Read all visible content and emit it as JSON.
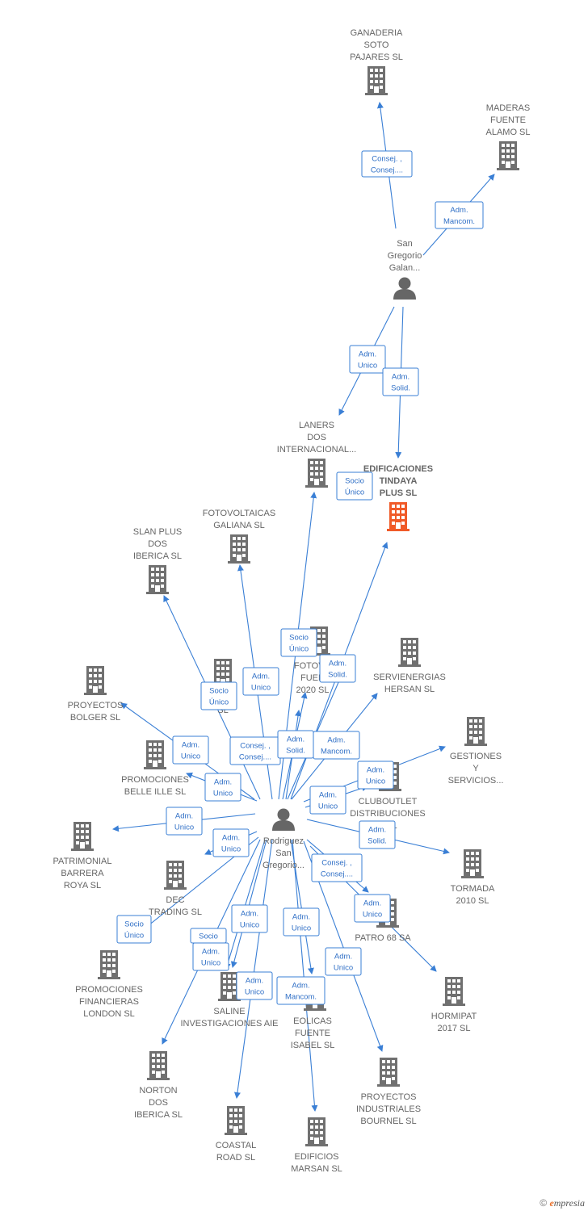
{
  "colors": {
    "edge": "#3a7fd5",
    "node": "#707070",
    "focus": "#f05a28",
    "label": "#666666"
  },
  "companies": [
    {
      "id": "ganaderia",
      "lines": [
        "GANADERIA",
        "SOTO",
        "PAJARES  SL"
      ]
    },
    {
      "id": "maderas",
      "lines": [
        "MADERAS",
        "FUENTE",
        "ALAMO SL"
      ]
    },
    {
      "id": "laners",
      "lines": [
        "LANERS",
        "DOS",
        "INTERNACIONAL..."
      ]
    },
    {
      "id": "edificaciones",
      "lines": [
        "EDIFICACIONES",
        "TINDAYA",
        "PLUS  SL"
      ],
      "focus": true
    },
    {
      "id": "fotovoltaicas",
      "lines": [
        "FOTOVOLTAICAS",
        "GALIANA SL"
      ]
    },
    {
      "id": "slanplus",
      "lines": [
        "SLAN PLUS",
        "DOS",
        "IBERICA  SL"
      ]
    },
    {
      "id": "fotovo2020",
      "lines": [
        "FOTOVO",
        "FUEN",
        "2020  SL"
      ]
    },
    {
      "id": "servienergias",
      "lines": [
        "SERVIENERGIAS",
        "HERSAN SL"
      ]
    },
    {
      "id": "se_sl",
      "lines": [
        "SE",
        "SL"
      ]
    },
    {
      "id": "proyectosbolger",
      "lines": [
        "PROYECTOS",
        "BOLGER  SL"
      ]
    },
    {
      "id": "gestiones",
      "lines": [
        "GESTIONES",
        "Y",
        "SERVICIOS..."
      ]
    },
    {
      "id": "promobelle",
      "lines": [
        "PROMOCIONES",
        "BELLE ILLE  SL"
      ]
    },
    {
      "id": "cluboutlet",
      "lines": [
        "CLUBOUTLET",
        "DISTRIBUCIONES",
        "A SL"
      ]
    },
    {
      "id": "patrimonial",
      "lines": [
        "PATRIMONIAL",
        "BARRERA",
        "ROYA  SL"
      ]
    },
    {
      "id": "tormada",
      "lines": [
        "TORMADA",
        "2010 SL"
      ]
    },
    {
      "id": "decatrading",
      "lines": [
        "DEC",
        "TRADING  SL"
      ]
    },
    {
      "id": "patro68",
      "lines": [
        "PATRO 68 SA"
      ]
    },
    {
      "id": "promofinancieras",
      "lines": [
        "PROMOCIONES",
        "FINANCIERAS",
        "LONDON  SL"
      ]
    },
    {
      "id": "hormipat",
      "lines": [
        "HORMIPAT",
        "2017  SL"
      ]
    },
    {
      "id": "saline",
      "lines": [
        "SALINE",
        "INVESTIGACIONES AIE"
      ]
    },
    {
      "id": "eolicas",
      "lines": [
        "EOLICAS",
        "FUENTE",
        "ISABEL  SL"
      ]
    },
    {
      "id": "norton",
      "lines": [
        "NORTON",
        "DOS",
        "IBERICA  SL"
      ]
    },
    {
      "id": "proyectosindustriales",
      "lines": [
        "PROYECTOS",
        "INDUSTRIALES",
        "BOURNEL  SL"
      ]
    },
    {
      "id": "coastal",
      "lines": [
        "COASTAL",
        "ROAD  SL"
      ]
    },
    {
      "id": "marsan",
      "lines": [
        "EDIFICIOS",
        "MARSAN SL"
      ]
    }
  ],
  "persons": [
    {
      "id": "sangregorio",
      "lines": [
        "San",
        "Gregorio",
        "Galan..."
      ]
    },
    {
      "id": "rodriguez",
      "lines": [
        "Rodriguez",
        "San",
        "Gregorio..."
      ]
    }
  ],
  "edges": [
    {
      "id": "e_sg_ganaderia",
      "lines": [
        "Consej. ,",
        "Consej...."
      ]
    },
    {
      "id": "e_sg_maderas",
      "lines": [
        "Adm.",
        "Mancom."
      ]
    },
    {
      "id": "e_sg_laners",
      "lines": [
        "Adm.",
        "Unico"
      ]
    },
    {
      "id": "e_sg_edif",
      "lines": [
        "Adm.",
        "Solid."
      ]
    },
    {
      "id": "e_r_edif_socio",
      "lines": [
        "Socio",
        "Único"
      ]
    },
    {
      "id": "e_r_laners",
      "lines": [
        "Socio",
        "Único"
      ]
    },
    {
      "id": "e_r_edif_solid",
      "lines": [
        "Adm.",
        "Solid."
      ]
    },
    {
      "id": "e_r_fotovoltaicas",
      "lines": [
        "Adm.",
        "Unico"
      ]
    },
    {
      "id": "e_r_slan",
      "lines": [
        "Socio",
        "Único"
      ]
    },
    {
      "id": "e_r_fotovo_consej",
      "lines": [
        "Consej. ,",
        "Consej...."
      ]
    },
    {
      "id": "e_r_fotovo_solid",
      "lines": [
        "Adm.",
        "Solid."
      ]
    },
    {
      "id": "e_r_servi",
      "lines": [
        "Adm.",
        "Mancom."
      ]
    },
    {
      "id": "e_r_bolger",
      "lines": [
        "Adm.",
        "Unico"
      ]
    },
    {
      "id": "e_r_belle",
      "lines": [
        "Adm.",
        "Unico"
      ]
    },
    {
      "id": "e_r_gestiones",
      "lines": [
        "Adm.",
        "Unico"
      ]
    },
    {
      "id": "e_r_club",
      "lines": [
        "Adm.",
        "Unico"
      ]
    },
    {
      "id": "e_r_patrimonial",
      "lines": [
        "Adm.",
        "Unico"
      ]
    },
    {
      "id": "e_r_tormada",
      "lines": [
        "Adm.",
        "Solid."
      ]
    },
    {
      "id": "e_r_deca",
      "lines": [
        "Adm.",
        "Unico"
      ]
    },
    {
      "id": "e_r_patro",
      "lines": [
        "Consej. ,",
        "Consej...."
      ]
    },
    {
      "id": "e_r_financieras",
      "lines": [
        "Socio",
        "Único"
      ]
    },
    {
      "id": "e_r_hormipat",
      "lines": [
        "Adm.",
        "Unico"
      ]
    },
    {
      "id": "e_r_saline",
      "lines": [
        "Adm.",
        "Unico"
      ]
    },
    {
      "id": "e_r_saline_socio",
      "lines": [
        "Socio"
      ]
    },
    {
      "id": "e_r_eolicas",
      "lines": [
        "Adm.",
        "Unico"
      ]
    },
    {
      "id": "e_r_norton",
      "lines": [
        "Adm.",
        "Unico"
      ]
    },
    {
      "id": "e_r_coastal",
      "lines": [
        "Adm.",
        "Unico"
      ]
    },
    {
      "id": "e_r_bournel",
      "lines": [
        "Adm.",
        "Unico"
      ]
    },
    {
      "id": "e_r_marsan",
      "lines": [
        "Adm.",
        "Mancom."
      ]
    }
  ],
  "footer": {
    "copyright": "©",
    "brand_e": "e",
    "brand_rest": "mpresia"
  }
}
